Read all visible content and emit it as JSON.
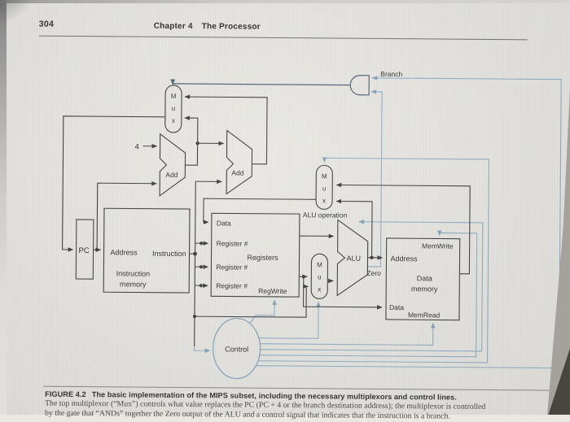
{
  "header": {
    "page_number": "304",
    "chapter": "Chapter 4",
    "chapter_title": "The Processor"
  },
  "figure_caption": {
    "label": "FIGURE 4.2",
    "bold_text": "The basic implementation of the MIPS subset, including the necessary multiplexors and control lines.",
    "body_line1": "The top multiplexor (“Mux”) controls what value replaces the PC (PC + 4 or the branch destination address); the multiplexor is controlled",
    "body_line2_partially_cut": "by the gate that “ANDs” together the Zero output of the ALU and a control signal that indicates that the instruction is a branch."
  },
  "diagram": {
    "constants": {
      "four": "4"
    },
    "mux_letters": {
      "m": "M",
      "u": "u",
      "x": "x"
    },
    "blocks": {
      "pc": "PC",
      "add": "Add",
      "alu": "ALU",
      "instruction_memory": {
        "port_address": "Address",
        "port_instruction": "Instruction",
        "title_line1": "Instruction",
        "title_line2": "memory"
      },
      "registers": {
        "port_data": "Data",
        "port_register_num": "Register #",
        "title": "Registers"
      },
      "data_memory": {
        "port_address": "Address",
        "port_data_in": "Data",
        "title_line1": "Data",
        "title_line2": "memory"
      },
      "control": "Control"
    },
    "control_signals": {
      "branch": "Branch",
      "alu_operation": "ALU operation",
      "reg_write": "RegWrite",
      "mem_write": "MemWrite",
      "mem_read": "MemRead",
      "zero": "Zero"
    },
    "colors": {
      "page_background": "#e9e8e3",
      "data_wire": "#3c3c3c",
      "control_wire": "#8fafc5",
      "gate_outline": "#4e6275",
      "blue_label": "#3d7ab0",
      "desk_gray": "#a5a19b",
      "desk_corner_dark": "#49453f"
    }
  }
}
